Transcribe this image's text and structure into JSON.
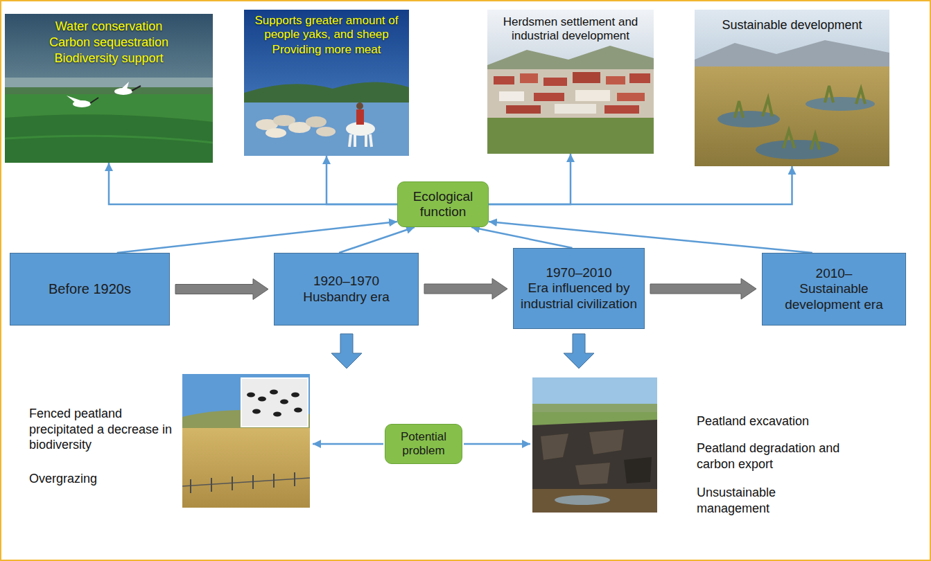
{
  "diagram": {
    "nodes": [
      {
        "text": [
          "Water conservation",
          "Carbon sequestration",
          "Biodiversity support"
        ]
      },
      {
        "text": [
          "Supports greater amount of people yaks, and sheep",
          "Providing more meat"
        ]
      },
      {
        "text": [
          "Herdsmen settlement and industrial development"
        ]
      },
      {
        "text": [
          "Sustainable development"
        ]
      },
      {
        "text": [
          "Ecological function"
        ]
      },
      {
        "text": [
          "Before 1920s"
        ]
      },
      {
        "text": [
          "1920–1970",
          "Husbandry era"
        ]
      },
      {
        "text": [
          "1970–2010",
          "Era influenced by industrial civilization"
        ]
      },
      {
        "text": [
          "2010–",
          "Sustainable development era"
        ]
      },
      {
        "text": [
          "Potential problem"
        ]
      }
    ],
    "edges": [
      {
        "from": 5,
        "to": 4,
        "arrow": "to"
      },
      {
        "from": 6,
        "to": 4,
        "arrow": "to"
      },
      {
        "from": 7,
        "to": 4,
        "arrow": "to"
      },
      {
        "from": 8,
        "to": 4,
        "arrow": "to"
      },
      {
        "from": 4,
        "to": 0,
        "arrow": "to"
      },
      {
        "from": 4,
        "to": 1,
        "arrow": "to"
      },
      {
        "from": 4,
        "to": 2,
        "arrow": "to"
      },
      {
        "from": 4,
        "to": 3,
        "arrow": "to"
      },
      {
        "from": 5,
        "to": 6,
        "arrow": "to"
      },
      {
        "from": 6,
        "to": 7,
        "arrow": "to"
      },
      {
        "from": 7,
        "to": 8,
        "arrow": "to"
      }
    ],
    "labels": [
      "Fenced peatland precipitated a decrease in biodiversity",
      "Overgrazing",
      "Peatland excavation",
      "Peatland degradation and carbon export",
      "Unsustainable management"
    ]
  }
}
